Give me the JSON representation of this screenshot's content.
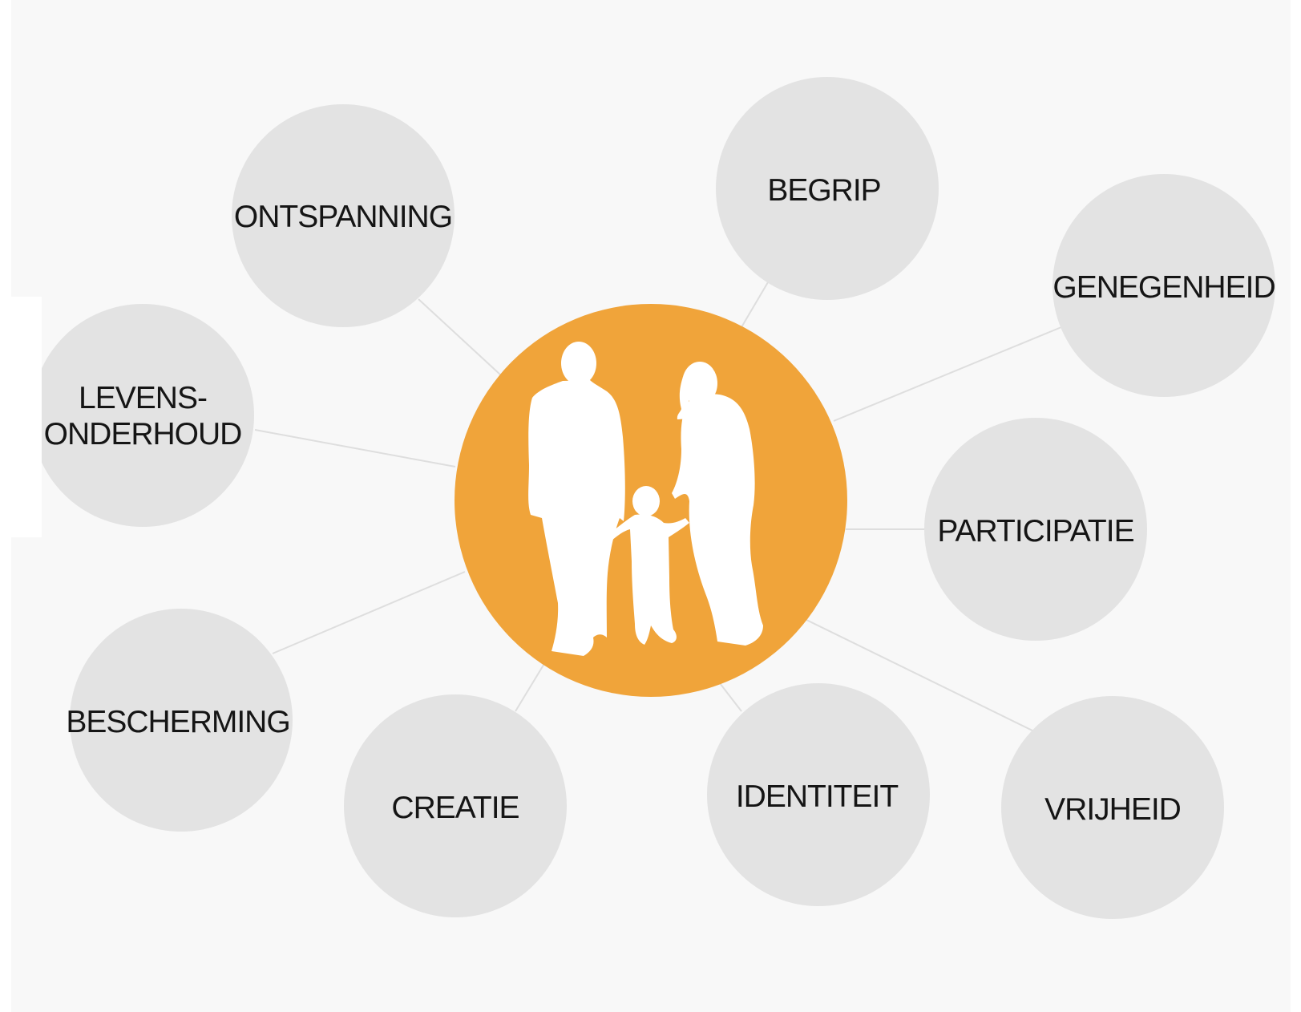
{
  "colors": {
    "background": "#f8f8f8",
    "page": "#ffffff",
    "node_fill": "#e3e3e3",
    "connector": "#dedede",
    "center_fill": "#f0a43a",
    "silhouette": "#ffffff",
    "label": "#151515"
  },
  "center": {
    "icon": "family-silhouette-icon"
  },
  "nodes": {
    "ontspanning": "ONTSPANNING",
    "begrip": "BEGRIP",
    "genegenheid": "GENEGENHEID",
    "levensonderhoud_line1": "LEVENS-",
    "levensonderhoud_line2": "ONDERHOUD",
    "participatie": "PARTICIPATIE",
    "bescherming": "BESCHERMING",
    "creatie": "CREATIE",
    "identiteit": "IDENTITEIT",
    "vrijheid": "VRIJHEID"
  }
}
